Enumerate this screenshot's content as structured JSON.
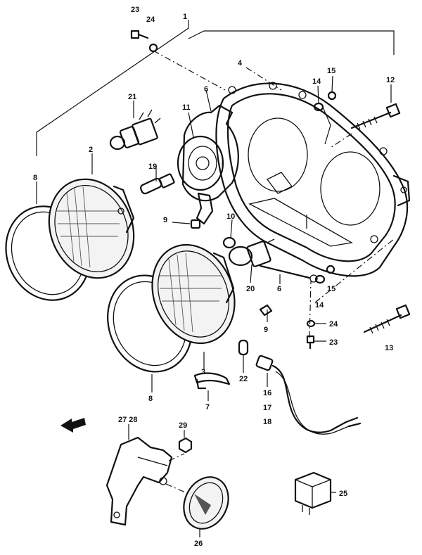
{
  "callouts": {
    "c23a": "23",
    "c24a": "24",
    "c1": "1",
    "c4": "4",
    "c6a": "6",
    "c11": "11",
    "c21": "21",
    "c14a": "14",
    "c15a": "15",
    "c12": "12",
    "c2": "2",
    "c8a": "8",
    "c19": "19",
    "c9a": "9",
    "c10": "10",
    "c20": "20",
    "c6b": "6",
    "c14b": "14",
    "c15b": "15",
    "c9b": "9",
    "c24b": "24",
    "c23b": "23",
    "c13": "13",
    "c22": "22",
    "c16": "16",
    "c17": "17",
    "c18": "18",
    "c3": "3",
    "c7": "7",
    "c8b": "8",
    "c2728": "27 28",
    "c29": "29",
    "c25": "25",
    "c26": "26"
  }
}
